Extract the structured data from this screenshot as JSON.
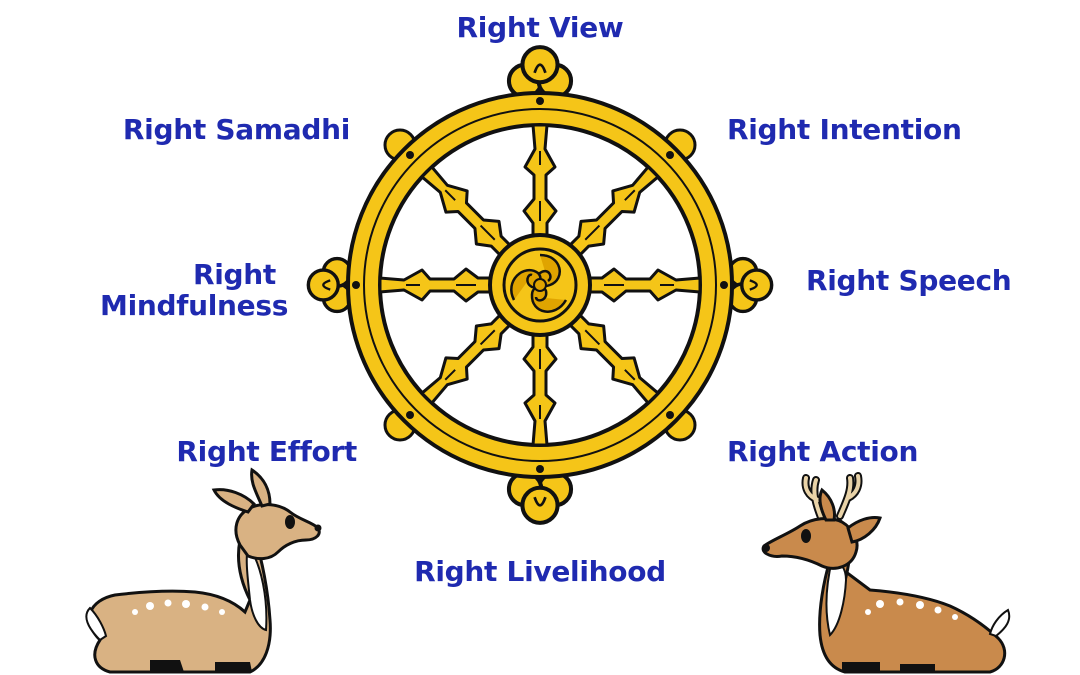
{
  "wheel": {
    "path_labels": {
      "view": "Right View",
      "intention": "Right Intention",
      "speech": "Right Speech",
      "action": "Right Action",
      "livelihood": "Right Livelihood",
      "effort": "Right Effort",
      "mindfulness_line1": "Right",
      "mindfulness_line2": "Mindfulness",
      "samadhi": "Right Samadhi"
    }
  },
  "colors": {
    "label_blue": "#1f2ab0",
    "gold": "#f5c518",
    "gold_dark": "#e0a400",
    "outline": "#111111"
  }
}
